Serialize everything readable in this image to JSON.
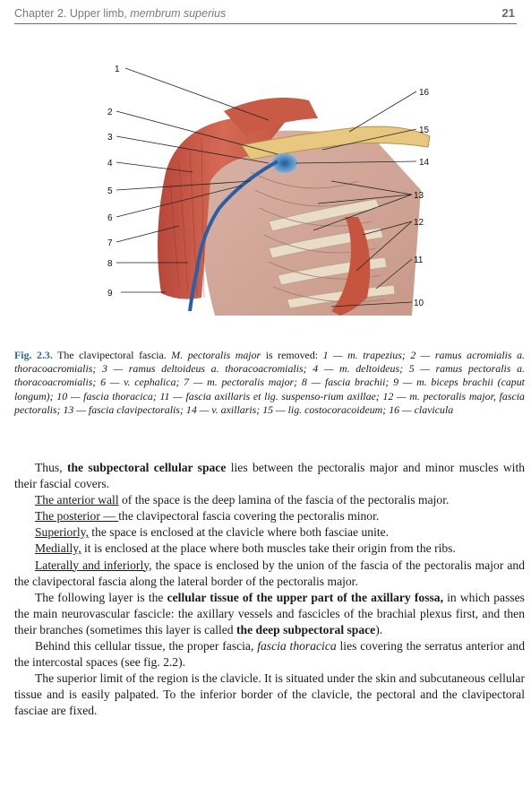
{
  "header": {
    "chapter": "Chapter 2. Upper limb,",
    "chapter_latin": "membrum superius",
    "page_number": "21"
  },
  "figure": {
    "labels_left": [
      "1",
      "2",
      "3",
      "4",
      "5",
      "6",
      "7",
      "8",
      "9"
    ],
    "labels_right": [
      "16",
      "15",
      "14",
      "13",
      "12",
      "11",
      "10"
    ]
  },
  "caption": {
    "fig_ref": "Fig. 2.3.",
    "lead": " The clavipectoral fascia. ",
    "lead_italic": "M. pectoralis major",
    "lead_rest": " is removed: ",
    "items": "1 — m. trapezius; 2 — ramus acromialis a. thoracoacromialis; 3 — ramus deltoideus a. thoracoacromialis; 4 — m. deltoideus; 5 — ramus pectoralis a. thoracoacromialis; 6 — v. cephalica; 7 — m. pectoralis major; 8 — fascia brachii; 9 — m. biceps brachii (caput longum); 10 — fascia thoracica; 11 — fascia axillaris et lig. suspenso-rium axillae; 12 — m. pectoralis major, fascia pectoralis; 13 — fascia clavipectoralis; 14 — v. axillaris; 15 — lig. costocoracoideum; 16 — clavicula"
  },
  "paragraphs": {
    "p1_a": "Thus, ",
    "p1_b": "the subpectoral cellular space",
    "p1_c": " lies between the pectoralis major and minor muscles with their fascial covers.",
    "p2_u": "The anterior wall",
    "p2_rest": " of the space is the deep lamina of the fascia of the pectoralis major.",
    "p3_u": "The posterior — ",
    "p3_rest": "the clavipectoral fascia covering the pectoralis minor.",
    "p4_u": "Superiorly,",
    "p4_rest": " the space is enclosed at the clavicle where both fasciae unite.",
    "p5_u": "Medially,",
    "p5_rest": " it is enclosed at the place where both muscles take their origin from the ribs.",
    "p6_u": "Laterally and inferiorly,",
    "p6_rest": " the space is enclosed by the union of the fascia of the pectoralis major and the clavipectoral fascia along the lateral border of the pectoralis major.",
    "p7_a": "The following layer is the ",
    "p7_b": "cellular tissue of the upper part of the axillary fossa,",
    "p7_c": " in which passes the main neurovascular fascicle: the axillary vessels and fascicles of the brachial plexus first, and then their branches (sometimes this layer is called ",
    "p7_d": "the deep subpectoral space",
    "p7_e": ").",
    "p8_a": "Behind this cellular tissue, the proper fascia, ",
    "p8_b": "fascia thoracica",
    "p8_c": " lies covering the serratus anterior and the intercostal spaces (see fig. 2.2).",
    "p9": "The superior limit of the region is the clavicle. It is situated under the skin and subcutaneous cellular tissue and is easily palpated. To the inferior border of the clavicle, the pectoral and the clavipectoral fasciae are fixed."
  }
}
